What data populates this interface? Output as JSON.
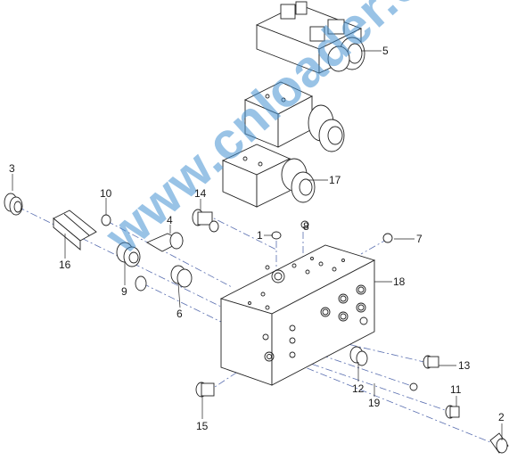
{
  "watermark": "www.cnloader.com",
  "callouts": [
    {
      "id": "1",
      "text": "1"
    },
    {
      "id": "2",
      "text": "2"
    },
    {
      "id": "3",
      "text": "3"
    },
    {
      "id": "4",
      "text": "4"
    },
    {
      "id": "5",
      "text": "5"
    },
    {
      "id": "6",
      "text": "6"
    },
    {
      "id": "7",
      "text": "7"
    },
    {
      "id": "8",
      "text": "8"
    },
    {
      "id": "9",
      "text": "9"
    },
    {
      "id": "10",
      "text": "10"
    },
    {
      "id": "11",
      "text": "11"
    },
    {
      "id": "12",
      "text": "12"
    },
    {
      "id": "13",
      "text": "13"
    },
    {
      "id": "14",
      "text": "14"
    },
    {
      "id": "15",
      "text": "15"
    },
    {
      "id": "16",
      "text": "16"
    },
    {
      "id": "17",
      "text": "17"
    },
    {
      "id": "18",
      "text": "18"
    },
    {
      "id": "19",
      "text": "19"
    }
  ],
  "colors": {
    "line": "#222222",
    "axis": "#5a6fb0",
    "watermark": "#4691d2"
  }
}
